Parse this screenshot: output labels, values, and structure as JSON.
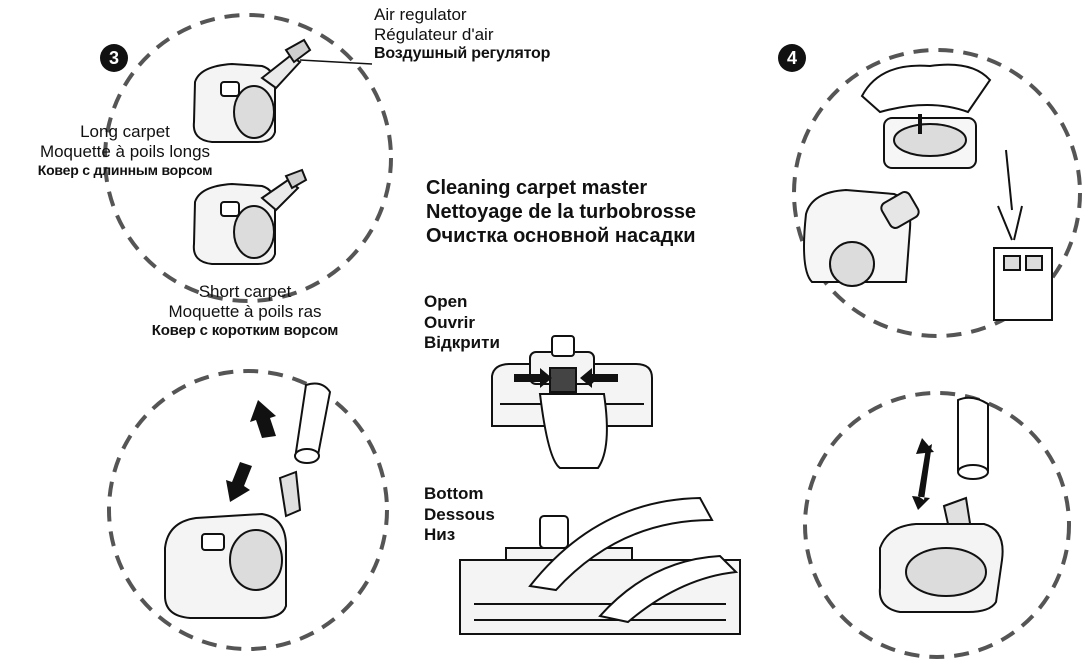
{
  "steps": {
    "three": "3",
    "four": "4"
  },
  "air_regulator": [
    "Air regulator",
    "Régulateur d'air",
    "Воздушный регулятор"
  ],
  "long_carpet": [
    "Long carpet",
    "Moquette à poils longs",
    "Ковер с длинным ворсом"
  ],
  "short_carpet": [
    "Short carpet",
    "Moquette à poils ras",
    "Ковер с коротким ворсом"
  ],
  "heading": [
    "Cleaning carpet master",
    "Nettoyage de la turbobrosse",
    "Очистка основной насадки"
  ],
  "open_label": [
    "Open",
    "Ouvrir",
    "Відкрити"
  ],
  "bottom_label": [
    "Bottom",
    "Dessous",
    "Низ"
  ]
}
